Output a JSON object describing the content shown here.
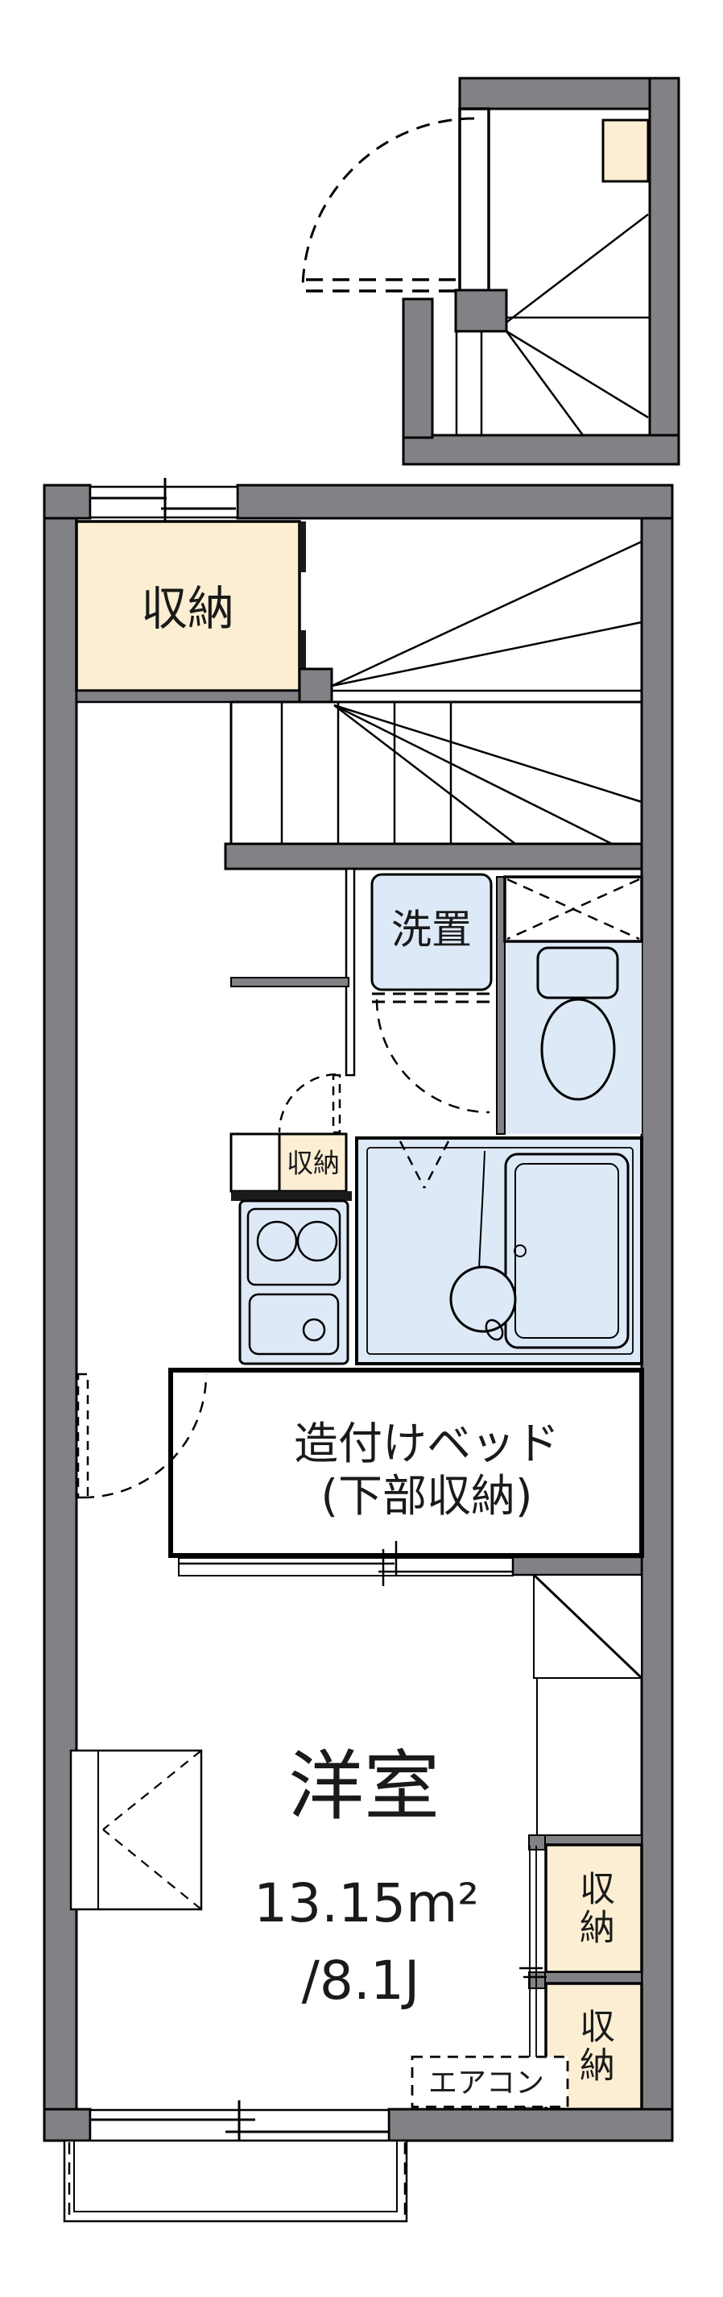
{
  "document": {
    "type": "floor-plan",
    "style": "japanese-madori"
  },
  "colors": {
    "wall": "#828286",
    "storage_fill": "#FBEED3",
    "fixture_fill": "#DEE9F7",
    "line": "#000000",
    "background": "#FFFFFF"
  },
  "rooms": {
    "main_storage": {
      "label": "収納"
    },
    "washer_space": {
      "label": "洗置"
    },
    "hall_storage": {
      "label": "収納"
    },
    "built_in_bed": {
      "label": "造付けベッド\n(下部収納)"
    },
    "bedroom": {
      "name": "洋室",
      "area_m2": "13.15m²",
      "area_tatami": "/8.1J"
    },
    "aircon": {
      "label": "エアコン"
    },
    "right_storage_top": {
      "label": "収納"
    },
    "right_storage_bottom": {
      "label": "収納"
    }
  },
  "unlabeled_features": [
    "entrance-door-with-swing-arc",
    "winder-staircase-upper-landing",
    "shoe-cabinet",
    "straight-staircase",
    "toilet-with-tank",
    "dashed-x-overhead-shelf",
    "kitchen-two-burner-stove",
    "kitchen-sink",
    "unit-bathroom-with-bathtub",
    "bath-folding-door",
    "washroom-door-swing",
    "storage-door-swing",
    "bedroom-door-swing",
    "bed-front-sliding-panel",
    "diagonal-marked-shelf",
    "sliding-closet-front-rail",
    "bay-casement-window",
    "top-sliding-window",
    "bottom-sliding-window",
    "terrace-outline"
  ]
}
